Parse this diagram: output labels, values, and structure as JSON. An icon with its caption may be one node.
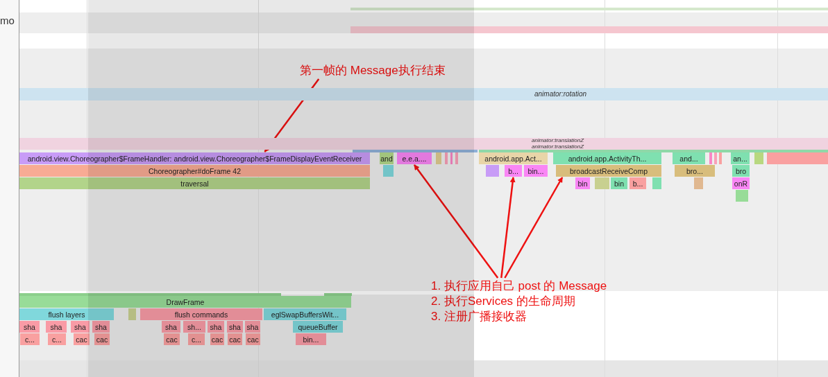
{
  "diagram": {
    "nodes": [
      {
        "text": [
          "第一帧的 Message执行结束"
        ]
      },
      {
        "text": [
          "animator:rotation"
        ]
      },
      {
        "text": [
          "animator:translationZ",
          "animator:translationZ"
        ]
      },
      {
        "text": [
          "android.view.Choreographer$FrameHandler: android.view.Choreographer$FrameDisplayEventReceiver"
        ]
      },
      {
        "text": [
          "and"
        ]
      },
      {
        "text": [
          "e.e.a...."
        ]
      },
      {
        "text": [],
        "shape": "bar"
      },
      {
        "text": [],
        "shape": "bar"
      },
      {
        "text": [],
        "shape": "bar"
      },
      {
        "text": [],
        "shape": "bar"
      },
      {
        "text": [
          "android.app.Act..."
        ]
      },
      {
        "text": [
          "android.app.ActivityTh..."
        ]
      },
      {
        "text": [
          "and..."
        ]
      },
      {
        "text": [],
        "shape": "bar"
      },
      {
        "text": [],
        "shape": "bar"
      },
      {
        "text": [],
        "shape": "bar"
      },
      {
        "text": [
          "an..."
        ]
      },
      {
        "text": [],
        "shape": "bar"
      },
      {
        "text": [],
        "shape": "bar"
      },
      {
        "text": [
          "Choreographer#doFrame 42"
        ]
      },
      {
        "text": [],
        "shape": "bar"
      },
      {
        "text": [],
        "shape": "bar"
      },
      {
        "text": [
          "b..."
        ]
      },
      {
        "text": [
          "bin..."
        ]
      },
      {
        "text": [
          "broadcastReceiveComp"
        ]
      },
      {
        "text": [
          "bro..."
        ]
      },
      {
        "text": [
          "bro"
        ]
      },
      {
        "text": [
          "traversal"
        ]
      },
      {
        "text": [
          "bin"
        ]
      },
      {
        "text": [],
        "shape": "bar"
      },
      {
        "text": [
          "bin"
        ]
      },
      {
        "text": [
          "b..."
        ]
      },
      {
        "text": [],
        "shape": "bar"
      },
      {
        "text": [],
        "shape": "bar"
      },
      {
        "text": [
          "onR"
        ]
      },
      {
        "text": [],
        "shape": "bar"
      },
      {
        "text": [
          "DrawFrame"
        ]
      },
      {
        "text": [
          "flush layers"
        ]
      },
      {
        "text": [],
        "shape": "bar"
      },
      {
        "text": [
          "flush commands"
        ]
      },
      {
        "text": [
          "eglSwapBuffersWit..."
        ]
      },
      {
        "text": [
          "sha"
        ]
      },
      {
        "text": [
          "sha"
        ]
      },
      {
        "text": [
          "sha"
        ]
      },
      {
        "text": [
          "sha"
        ]
      },
      {
        "text": [
          "sha"
        ]
      },
      {
        "text": [
          "sh..."
        ]
      },
      {
        "text": [
          "sha"
        ]
      },
      {
        "text": [
          "sha"
        ]
      },
      {
        "text": [
          "sha"
        ]
      },
      {
        "text": [
          "queueBuffer"
        ]
      },
      {
        "text": [
          "c..."
        ]
      },
      {
        "text": [
          "c..."
        ]
      },
      {
        "text": [
          "cac"
        ]
      },
      {
        "text": [
          "cac"
        ]
      },
      {
        "text": [
          "cac"
        ]
      },
      {
        "text": [
          "c..."
        ]
      },
      {
        "text": [
          "cac"
        ]
      },
      {
        "text": [
          "cac"
        ]
      },
      {
        "text": [
          "cac"
        ]
      },
      {
        "text": [
          "bin..."
        ]
      },
      {
        "text": [
          "1. 执行应用自己 post 的 Message",
          "2. 执行Services 的生命周期",
          "3. 注册广播接收器"
        ]
      }
    ],
    "edges": [
      {
        "from": 0,
        "to": 3,
        "arrow": "to"
      },
      {
        "from": 61,
        "to": 5,
        "arrow": "to"
      },
      {
        "from": 61,
        "to": 22,
        "arrow": "to"
      },
      {
        "from": 61,
        "to": 24,
        "arrow": "to"
      }
    ],
    "labels": [
      "mo"
    ]
  }
}
